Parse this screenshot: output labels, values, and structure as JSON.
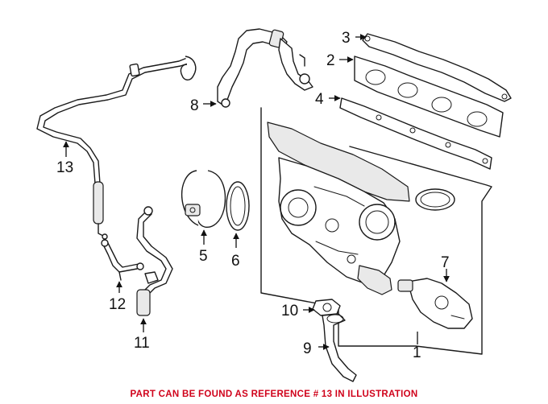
{
  "diagram": {
    "callouts": [
      "1",
      "2",
      "3",
      "4",
      "5",
      "6",
      "7",
      "8",
      "9",
      "10",
      "11",
      "12",
      "13"
    ]
  },
  "footer": {
    "note": "PART CAN BE FOUND AS REFERENCE # 13 IN ILLUSTRATION",
    "color": "#d0021b"
  }
}
